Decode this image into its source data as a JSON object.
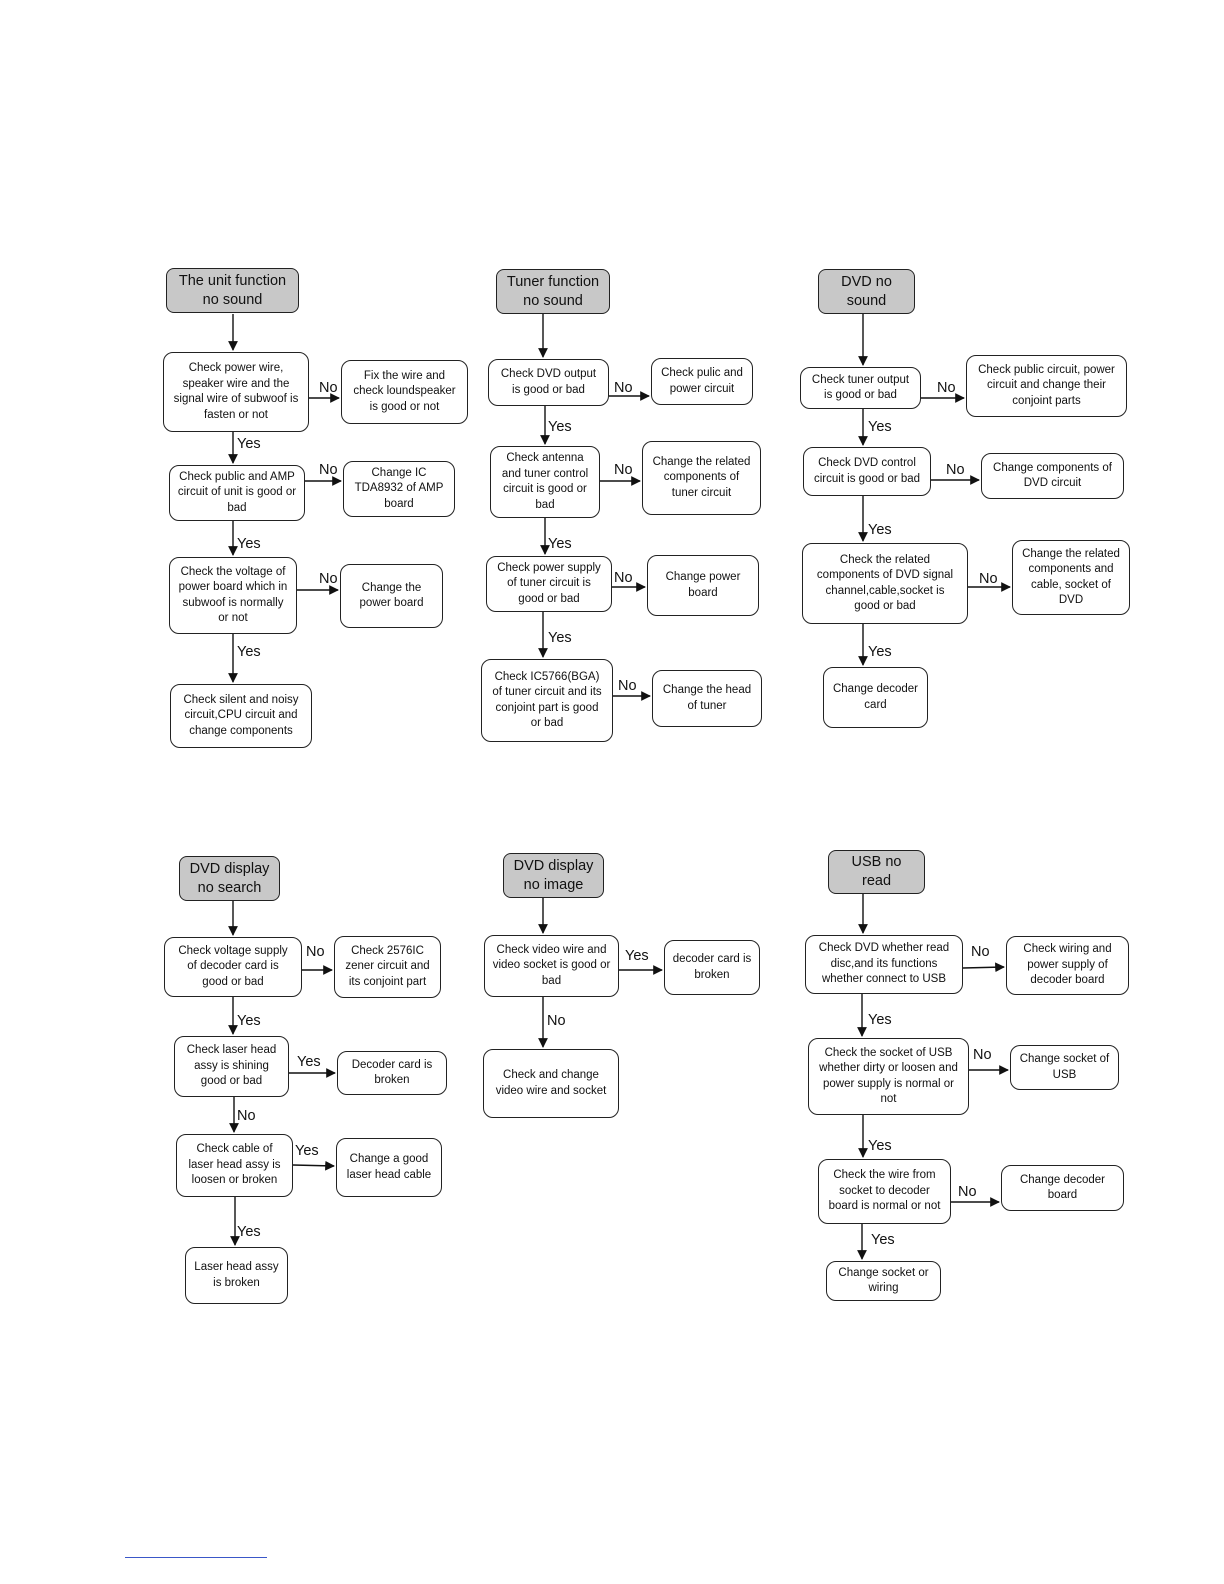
{
  "flowcharts": [
    {
      "title": "The  unit  function\nno sound",
      "steps": [
        "Check power wire,\nspeaker wire and the\nsignal wire of subwoof is\nfasten or not",
        "Check public and AMP\ncircuit of unit is good or\nbad",
        "Check the voltage of\npower board which in\nsubwoof is normally\nor not",
        "Check silent and noisy\ncircuit,CPU circuit and\nchange components"
      ],
      "branches": [
        "Fix the wire and\ncheck loundspeaker\nis good or not",
        "Change IC\nTDA8932 of AMP\nboard",
        "Change  the\npower board"
      ],
      "branch_labels": [
        "No",
        "No",
        "No"
      ],
      "down_labels": [
        "Yes",
        "Yes",
        "Yes"
      ]
    },
    {
      "title": "Tuner function\nno sound",
      "steps": [
        "Check DVD output\nis good or bad",
        "Check antenna\nand tuner control\ncircuit is good or\nbad",
        "Check power supply\nof tuner circuit is\ngood or bad",
        "Check IC5766(BGA)\nof tuner circuit  and its\nconjoint part is good\nor bad"
      ],
      "branches": [
        "Check pulic and\npower circuit",
        "Change the related\ncomponents of\ntuner circuit",
        "Change power\nboard",
        "Change the head\nof tuner"
      ],
      "branch_labels": [
        "No",
        "No",
        "No",
        "No"
      ],
      "down_labels": [
        "Yes",
        "Yes",
        "Yes"
      ]
    },
    {
      "title": "DVD no\nsound",
      "steps": [
        "Check tuner output\nis good or bad",
        "Check DVD control\ncircuit is good or bad",
        "Check the related\ncomponents of DVD signal\nchannel,cable,socket is\ngood or bad",
        "Change decoder\ncard"
      ],
      "branches": [
        "Check public circuit, power\ncircuit and change their\nconjoint parts",
        "Change  components of\nDVD circuit",
        "Change the related\ncomponents and\ncable, socket of\nDVD"
      ],
      "branch_labels": [
        "No",
        "No",
        "No"
      ],
      "down_labels": [
        "Yes",
        "Yes",
        "Yes"
      ]
    },
    {
      "title": "DVD display\nno search",
      "steps": [
        "Check  voltage supply\nof decoder card is\ngood or bad",
        "Check laser head\nassy is shining\ngood or bad",
        "Check  cable  of\nlaser head assy is\nloosen or broken",
        "Laser head assy\nis broken"
      ],
      "branches": [
        "Check 2576IC\nzener circuit and\nits conjoint part",
        "Decoder card is\nbroken",
        "Change a good\nlaser head cable"
      ],
      "branch_labels": [
        "No",
        "Yes",
        "Yes"
      ],
      "down_labels": [
        "Yes",
        "No",
        "Yes"
      ]
    },
    {
      "title": "DVD display\nno image",
      "steps": [
        "Check video wire and\nvideo socket is good or\nbad",
        "Check and change\nvideo wire and socket"
      ],
      "branches": [
        "decoder card is\nbroken"
      ],
      "branch_labels": [
        "Yes"
      ],
      "down_labels": [
        "No"
      ]
    },
    {
      "title": "USB no read",
      "steps": [
        "Check DVD whether read\ndisc,and its functions\nwhether connect to USB",
        "Check the socket of USB\nwhether dirty or loosen and\npower supply is normal or\nnot",
        "Check the wire from\nsocket to decoder\nboard is normal or not",
        "Change socket or\nwiring"
      ],
      "branches": [
        "Check wiring and\npower supply of\ndecoder board",
        "Change socket of\nUSB",
        "Change decoder\nboard"
      ],
      "branch_labels": [
        "No",
        "No",
        "No"
      ],
      "down_labels": [
        "Yes",
        "Yes",
        "Yes"
      ]
    }
  ]
}
